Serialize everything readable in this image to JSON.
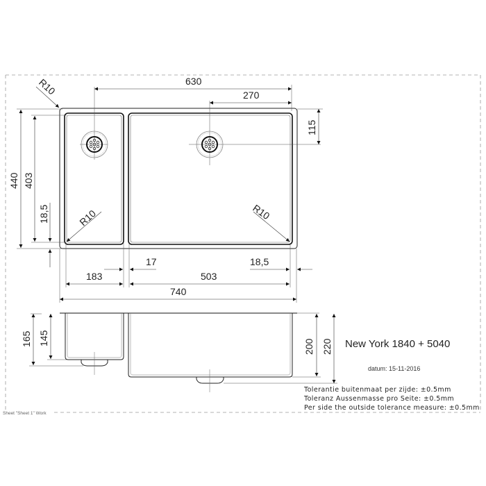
{
  "drawing": {
    "model_title": "New York 1840 + 5040",
    "date_label": "datum: 15-11-2016",
    "tolerance_lines": [
      "Tolerantie buitenmaat per zijde: ±0.5mm",
      "Toleranz Aussenmasse pro Seite: ±0.5mm",
      "Per side the outside tolerance measure: ±0.5mm"
    ],
    "sheet_label": "Sheet \"Sheet 1\" Work"
  },
  "top_view": {
    "dimensions": {
      "overall_width": "740",
      "overall_depth": "440",
      "inner_depth": "403",
      "drain_spacing": "630",
      "right_drain_offset": "270",
      "drain_from_top": "115",
      "left_bowl_width": "183",
      "divider": "17",
      "right_bowl_width": "503",
      "right_margin": "18,5",
      "bottom_margin": "18,5",
      "outer_corner_radius": "R10",
      "left_bowl_radius": "R10",
      "right_bowl_radius": "R10"
    }
  },
  "side_view": {
    "dimensions": {
      "left_total_depth": "165",
      "left_bowl_depth": "145",
      "right_bowl_depth": "200",
      "right_total_depth": "220"
    }
  },
  "colors": {
    "line": "#1a1a1a",
    "thin_line": "#555555",
    "dash": "#9a9a9a",
    "background": "#ffffff"
  }
}
